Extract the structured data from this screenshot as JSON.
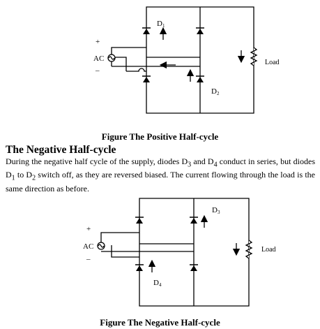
{
  "figure1": {
    "caption": "Figure The Positive Half-cycle",
    "ac_label": "AC",
    "plus": "+",
    "minus": "–",
    "load_label": "Load",
    "diode_top": {
      "letter": "D",
      "sub": "1"
    },
    "diode_bottom": {
      "letter": "D",
      "sub": "2"
    }
  },
  "section": {
    "heading": "The Negative Half-cycle",
    "p1": "During the negative half cycle of the supply, diodes D",
    "s1": "3",
    "p2": " and D",
    "s2": "4",
    "p3": " conduct in series, but diodes D",
    "s3": "1",
    "p4": " to D",
    "s4": "2",
    "p5": " switch off, as they are reversed biased. The current flowing through the load is the same direction as before."
  },
  "figure2": {
    "caption": "Figure The Negative Half-cycle",
    "ac_label": "AC",
    "plus": "+",
    "minus": "–",
    "load_label": "Load",
    "diode_top": {
      "letter": "D",
      "sub": "3"
    },
    "diode_bottom": {
      "letter": "D",
      "sub": "4"
    }
  }
}
